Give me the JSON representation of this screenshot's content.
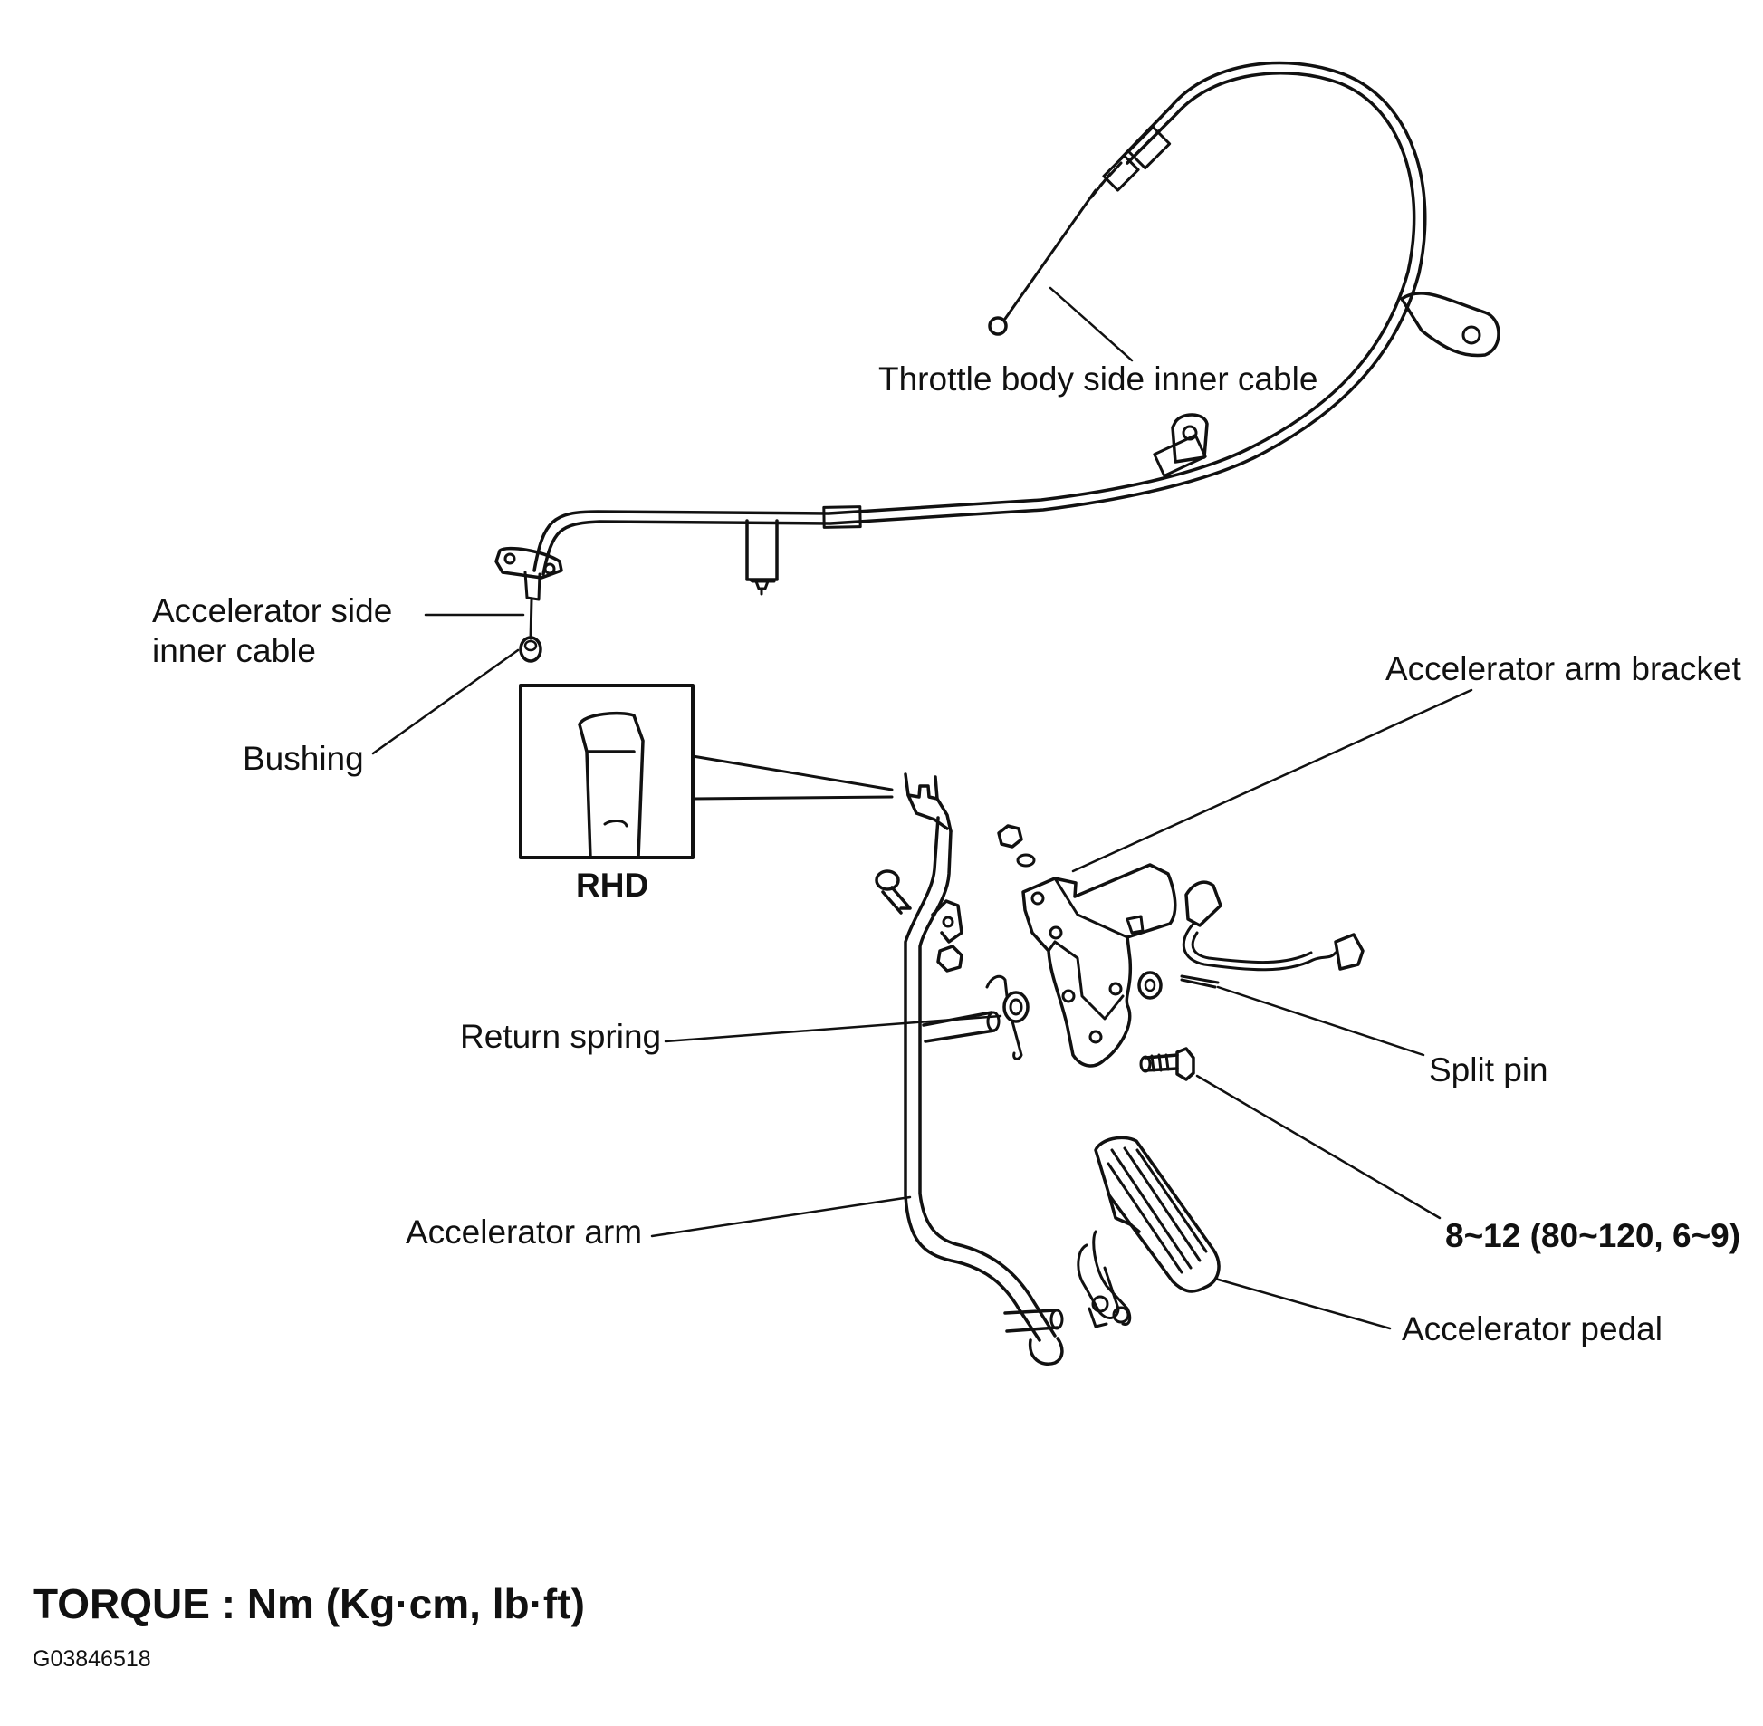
{
  "labels": {
    "throttle_body_side_inner_cable": "Throttle body side inner cable",
    "accelerator_side_inner_cable_line1": "Accelerator side",
    "accelerator_side_inner_cable_line2": "inner cable",
    "bushing": "Bushing",
    "rhd": "RHD",
    "accelerator_arm_bracket": "Accelerator arm bracket",
    "return_spring": "Return spring",
    "split_pin": "Split pin",
    "torque_value": "8~12 (80~120, 6~9)",
    "accelerator_arm": "Accelerator arm",
    "accelerator_pedal": "Accelerator pedal"
  },
  "footer": {
    "torque_units": "TORQUE : Nm (Kg·cm, lb·ft)",
    "figure_id": "G03846518"
  },
  "colors": {
    "line": "#111111",
    "background": "#ffffff"
  }
}
